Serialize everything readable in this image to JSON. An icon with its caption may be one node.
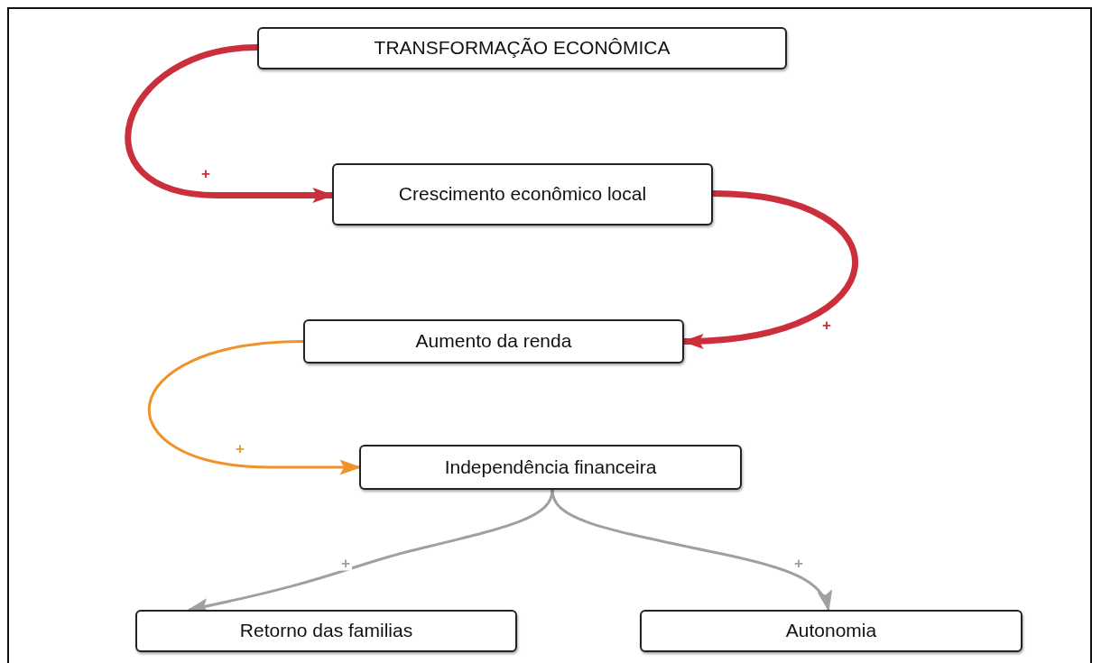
{
  "diagram": {
    "nodes": [
      {
        "text": [
          "TRANSFORMAÇÃO ECONÔMICA"
        ]
      },
      {
        "text": [
          "Crescimento econômico local"
        ]
      },
      {
        "text": [
          "Aumento da renda"
        ]
      },
      {
        "text": [
          "Independência financeira"
        ]
      },
      {
        "text": [
          "Retorno das familias"
        ]
      },
      {
        "text": [
          "Autonomia"
        ]
      }
    ],
    "edges": [
      {
        "from": 0,
        "to": 1,
        "arrow": "to",
        "label": "+",
        "style": "thick",
        "color": "#cc2f3c"
      },
      {
        "from": 1,
        "to": 2,
        "arrow": "to",
        "label": "+",
        "style": "thick",
        "color": "#cc2f3c"
      },
      {
        "from": 2,
        "to": 3,
        "arrow": "to",
        "label": "+",
        "color": "#f0922a"
      },
      {
        "from": 3,
        "to": 4,
        "arrow": "to",
        "label": "+",
        "color": "#a0a0a0"
      },
      {
        "from": 3,
        "to": 5,
        "arrow": "to",
        "label": "+",
        "color": "#a0a0a0"
      }
    ]
  }
}
